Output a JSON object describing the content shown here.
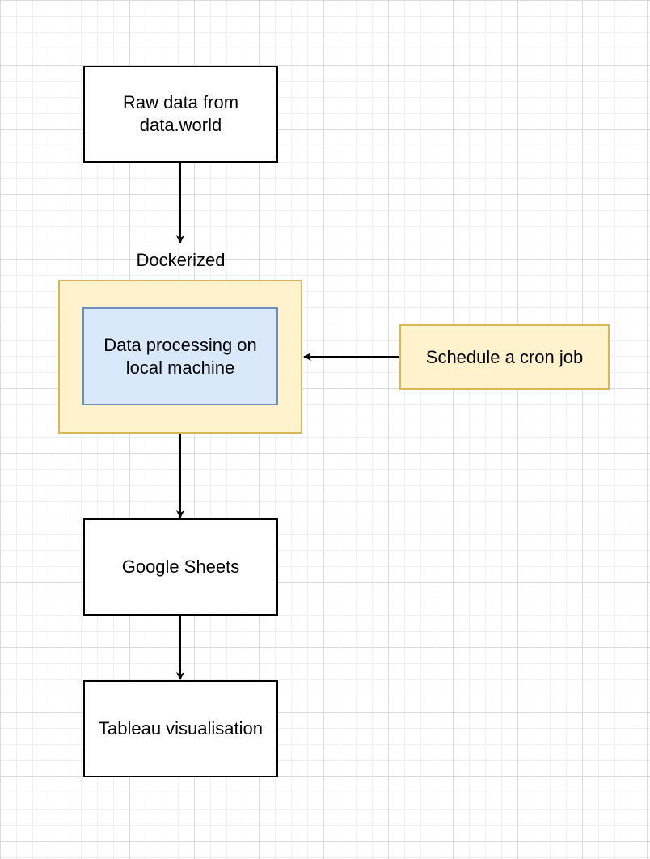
{
  "diagram": {
    "nodes": {
      "raw_data": {
        "label": "Raw data from\ndata.world"
      },
      "container_label": {
        "label": "Dockerized"
      },
      "processing": {
        "label": "Data processing on\nlocal machine"
      },
      "cron": {
        "label": "Schedule a cron job"
      },
      "sheets": {
        "label": "Google Sheets"
      },
      "tableau": {
        "label": "Tableau visualisation"
      }
    },
    "edges": [
      {
        "from": "raw_data",
        "to": "dockerized"
      },
      {
        "from": "cron",
        "to": "dockerized"
      },
      {
        "from": "dockerized",
        "to": "sheets"
      },
      {
        "from": "sheets",
        "to": "tableau"
      }
    ],
    "colors": {
      "container_fill": "#fff2cc",
      "container_stroke": "#d6b656",
      "inner_fill": "#dae8fc",
      "inner_stroke": "#6c8ebf",
      "plain_fill": "#ffffff",
      "plain_stroke": "#000000",
      "edge": "#000000"
    }
  }
}
